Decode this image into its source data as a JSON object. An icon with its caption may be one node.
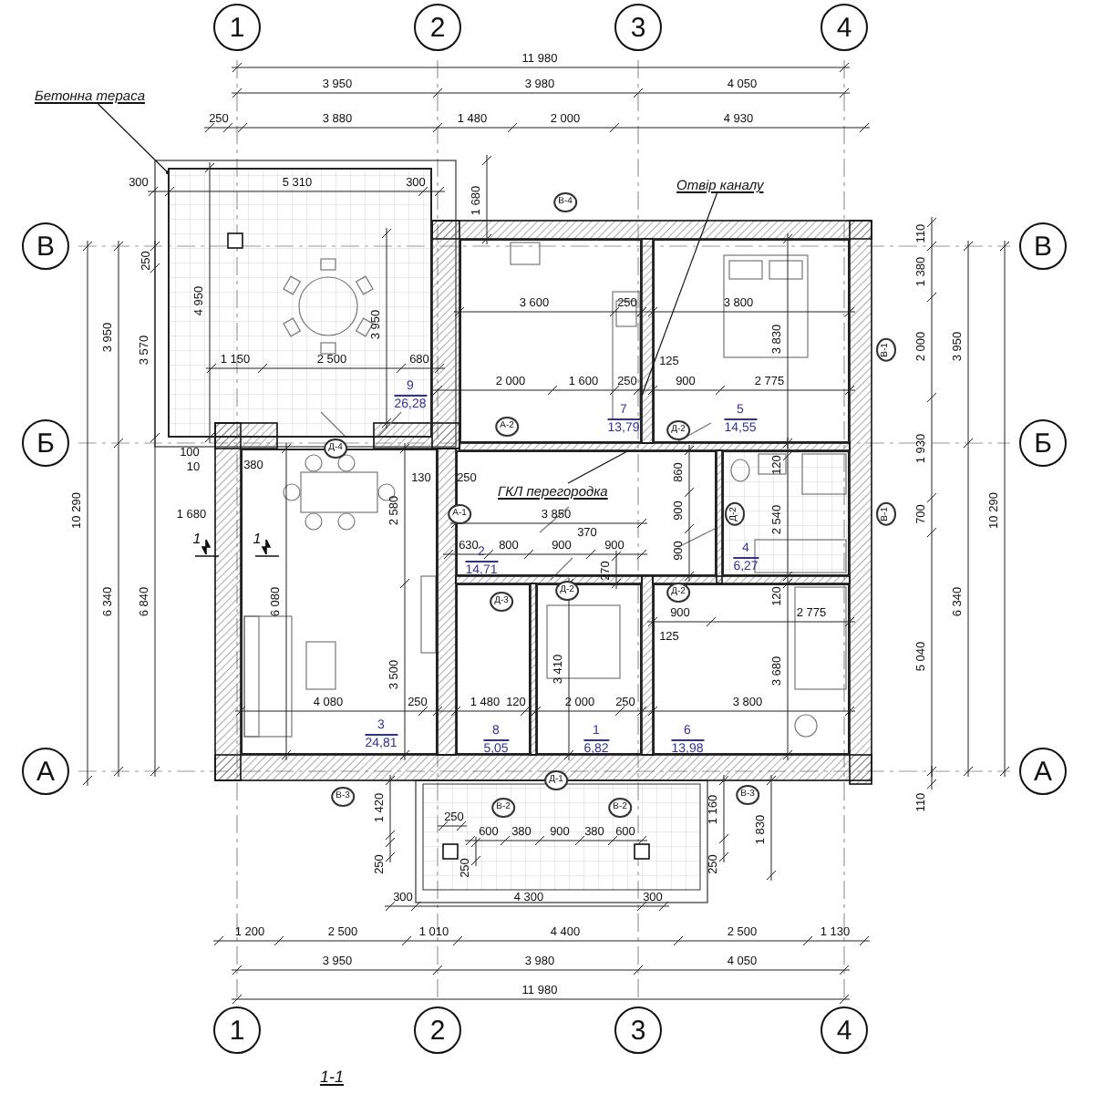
{
  "diagram": {
    "nodes": [
      {
        "text": [
          "1"
        ]
      },
      {
        "text": [
          "2"
        ]
      },
      {
        "text": [
          "3"
        ]
      },
      {
        "text": [
          "4"
        ]
      },
      {
        "text": [
          "Бетонна тераса"
        ]
      },
      {
        "text": [
          "Отвір каналу"
        ]
      },
      {
        "text": [
          "В"
        ]
      },
      {
        "text": [
          "В"
        ]
      },
      {
        "text": [
          "9",
          "26,28"
        ]
      },
      {
        "text": [
          "7",
          "13,79"
        ]
      },
      {
        "text": [
          "5",
          "14,55"
        ]
      },
      {
        "text": [
          "Б"
        ]
      },
      {
        "text": [
          "Б"
        ]
      },
      {
        "text": [
          "ГКЛ перегородка"
        ],
        "in": 14
      },
      {
        "text": [
          "2",
          "14,71"
        ]
      },
      {
        "text": [
          "4",
          "6,27"
        ]
      },
      {
        "text": [
          "3",
          "24,81"
        ]
      },
      {
        "text": [
          "8",
          "5,05"
        ]
      },
      {
        "text": [
          "1",
          "6,82"
        ]
      },
      {
        "text": [
          "6",
          "13,98"
        ]
      },
      {
        "text": [
          "А"
        ]
      },
      {
        "text": [
          "А"
        ]
      },
      {
        "text": [
          "1"
        ]
      },
      {
        "text": [
          "2"
        ]
      },
      {
        "text": [
          "3"
        ]
      },
      {
        "text": [
          "4"
        ]
      }
    ],
    "edges": [
      {
        "from": 4,
        "to": 8,
        "arrow": "other"
      },
      {
        "from": 5,
        "to": 9,
        "arrow": "none"
      },
      {
        "from": 13,
        "to": 14,
        "arrow": "none"
      }
    ],
    "labels": [
      "11 980",
      "3 950",
      "3 980",
      "4 050",
      "250",
      "3 880",
      "1 480",
      "2 000",
      "4 930",
      "300",
      "5 310",
      "300",
      "1 680",
      "В-4",
      "110",
      "250",
      "1 380",
      "3 950",
      "3 570",
      "4 950",
      "3 950",
      "3 600",
      "250",
      "3 800",
      "3 830",
      "В-1",
      "2 000",
      "3 950",
      "1 150",
      "2 500",
      "680",
      "2 000",
      "1 600",
      "250",
      "125",
      "900",
      "2 775",
      "А-2",
      "Д-2",
      "100",
      "10",
      "380",
      "Д-4",
      "120",
      "1 930",
      "130",
      "250",
      "860",
      "10 290",
      "1 680",
      "2 580",
      "А-1",
      "3 850",
      "900",
      "Д-2",
      "2 540",
      "В-1",
      "700",
      "10 290",
      "1",
      "1",
      "630",
      "800",
      "900",
      "370",
      "900",
      "900",
      "Д-2",
      "270",
      "Д-2",
      "120",
      "6 340",
      "6 840",
      "6 080",
      "Д-3",
      "900",
      "2 775",
      "6 340",
      "125",
      "3 500",
      "3 410",
      "3 680",
      "5 040",
      "4 080",
      "250",
      "1 480",
      "120",
      "2 000",
      "250",
      "3 800",
      "В-3",
      "Д-1",
      "В-3",
      "110",
      "1 420",
      "В-2",
      "В-2",
      "1 160",
      "250",
      "600",
      "380",
      "900",
      "380",
      "600",
      "1 830",
      "250",
      "250",
      "250",
      "300",
      "4 300",
      "300",
      "1 200",
      "2 500",
      "1 010",
      "4 400",
      "2 500",
      "1 130",
      "3 950",
      "3 980",
      "4 050",
      "11 980",
      "1-1"
    ]
  }
}
